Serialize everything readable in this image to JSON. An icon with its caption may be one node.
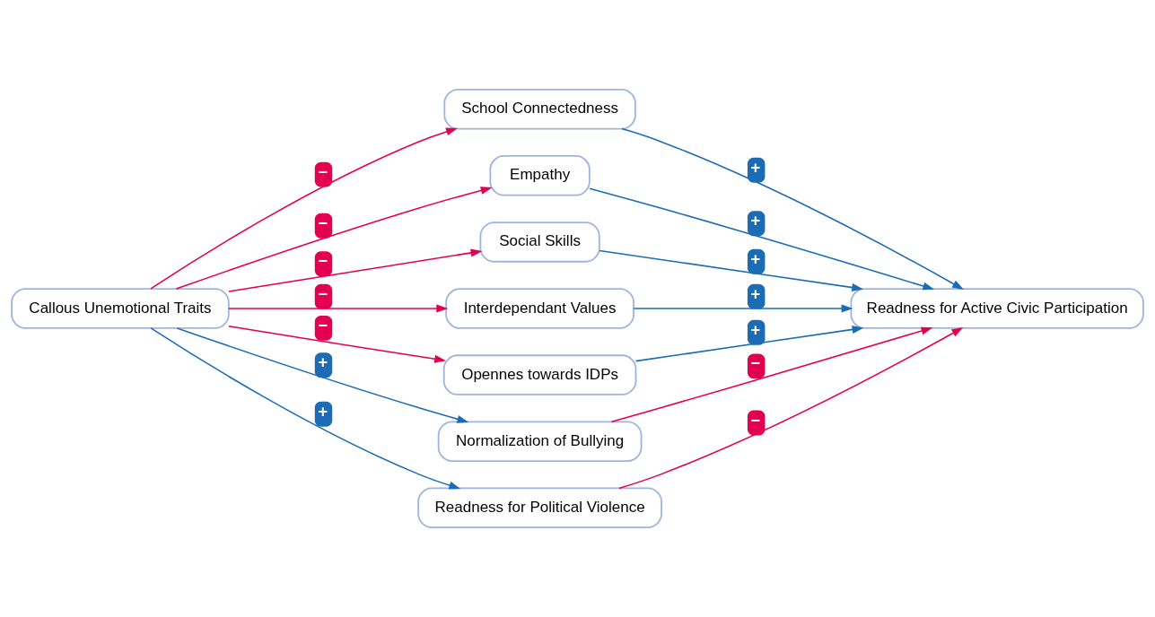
{
  "diagram": {
    "nodes": [
      {
        "text": [
          "Callous Unemotional Traits"
        ]
      },
      {
        "text": [
          "School Connectedness"
        ]
      },
      {
        "text": [
          "Empathy"
        ]
      },
      {
        "text": [
          "Social Skills"
        ]
      },
      {
        "text": [
          "Interdependant Values"
        ]
      },
      {
        "text": [
          "Opennes towards IDPs"
        ]
      },
      {
        "text": [
          "Normalization of Bullying"
        ]
      },
      {
        "text": [
          "Readness for Political Violence"
        ]
      },
      {
        "text": [
          "Readness for Active Civic Participation"
        ]
      }
    ],
    "edges": [
      {
        "from": 0,
        "to": 1,
        "arrow": "to",
        "label": "−",
        "color": "#e3004f"
      },
      {
        "from": 0,
        "to": 2,
        "arrow": "to",
        "label": "−",
        "color": "#e3004f"
      },
      {
        "from": 0,
        "to": 3,
        "arrow": "to",
        "label": "−",
        "color": "#e3004f"
      },
      {
        "from": 0,
        "to": 4,
        "arrow": "to",
        "label": "−",
        "color": "#e3004f"
      },
      {
        "from": 0,
        "to": 5,
        "arrow": "to",
        "label": "−",
        "color": "#e3004f"
      },
      {
        "from": 0,
        "to": 6,
        "arrow": "to",
        "label": "+",
        "color": "#1b6cb5"
      },
      {
        "from": 0,
        "to": 7,
        "arrow": "to",
        "label": "+",
        "color": "#1b6cb5"
      },
      {
        "from": 1,
        "to": 8,
        "arrow": "to",
        "label": "+",
        "color": "#1b6cb5"
      },
      {
        "from": 2,
        "to": 8,
        "arrow": "to",
        "label": "+",
        "color": "#1b6cb5"
      },
      {
        "from": 3,
        "to": 8,
        "arrow": "to",
        "label": "+",
        "color": "#1b6cb5"
      },
      {
        "from": 4,
        "to": 8,
        "arrow": "to",
        "label": "+",
        "color": "#1b6cb5"
      },
      {
        "from": 5,
        "to": 8,
        "arrow": "to",
        "label": "+",
        "color": "#1b6cb5"
      },
      {
        "from": 6,
        "to": 8,
        "arrow": "to",
        "label": "−",
        "color": "#e3004f"
      },
      {
        "from": 7,
        "to": 8,
        "arrow": "to",
        "label": "−",
        "color": "#e3004f"
      }
    ]
  }
}
